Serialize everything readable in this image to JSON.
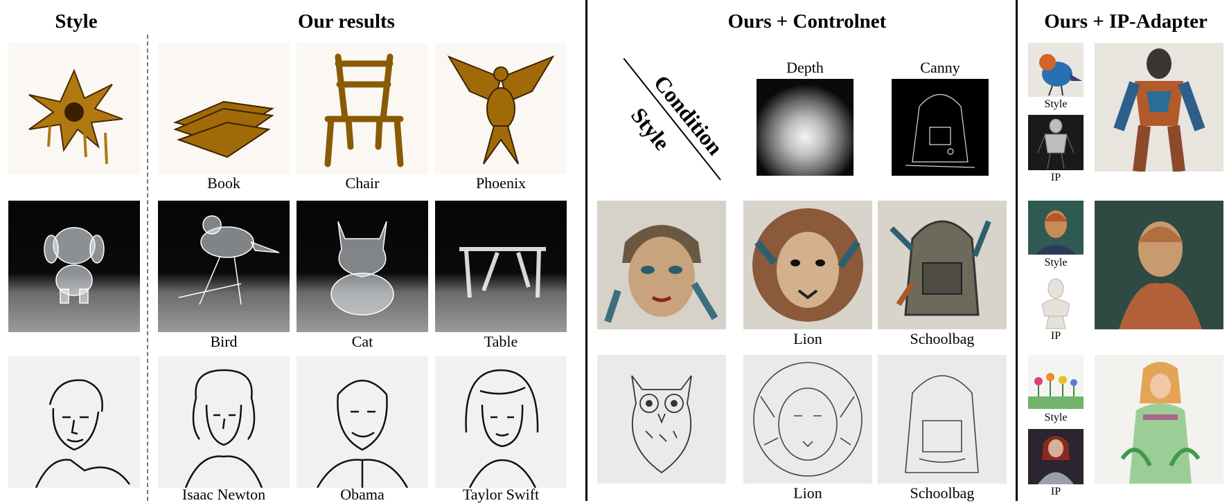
{
  "headers": {
    "style": "Style",
    "our_results": "Our results",
    "controlnet": "Ours + Controlnet",
    "ip_adapter": "Ours + IP-Adapter"
  },
  "results_captions": {
    "row1": [
      "Book",
      "Chair",
      "Phoenix"
    ],
    "row2": [
      "Bird",
      "Cat",
      "Table"
    ],
    "row3": [
      "Isaac Newton",
      "Obama",
      "Taylor Swift"
    ]
  },
  "controlnet": {
    "diagonal_condition": "Condition",
    "diagonal_style": "Style",
    "depth_label": "Depth",
    "canny_label": "Canny",
    "row1_captions": [
      "Lion",
      "Schoolbag"
    ],
    "row2_captions": [
      "Lion",
      "Schoolbag"
    ]
  },
  "ip_adapter": {
    "row1": {
      "style_label": "Style",
      "ip_label": "IP"
    },
    "row2": {
      "style_label": "Style",
      "ip_label": "IP"
    },
    "row3": {
      "style_label": "Style",
      "ip_label": "IP"
    }
  }
}
